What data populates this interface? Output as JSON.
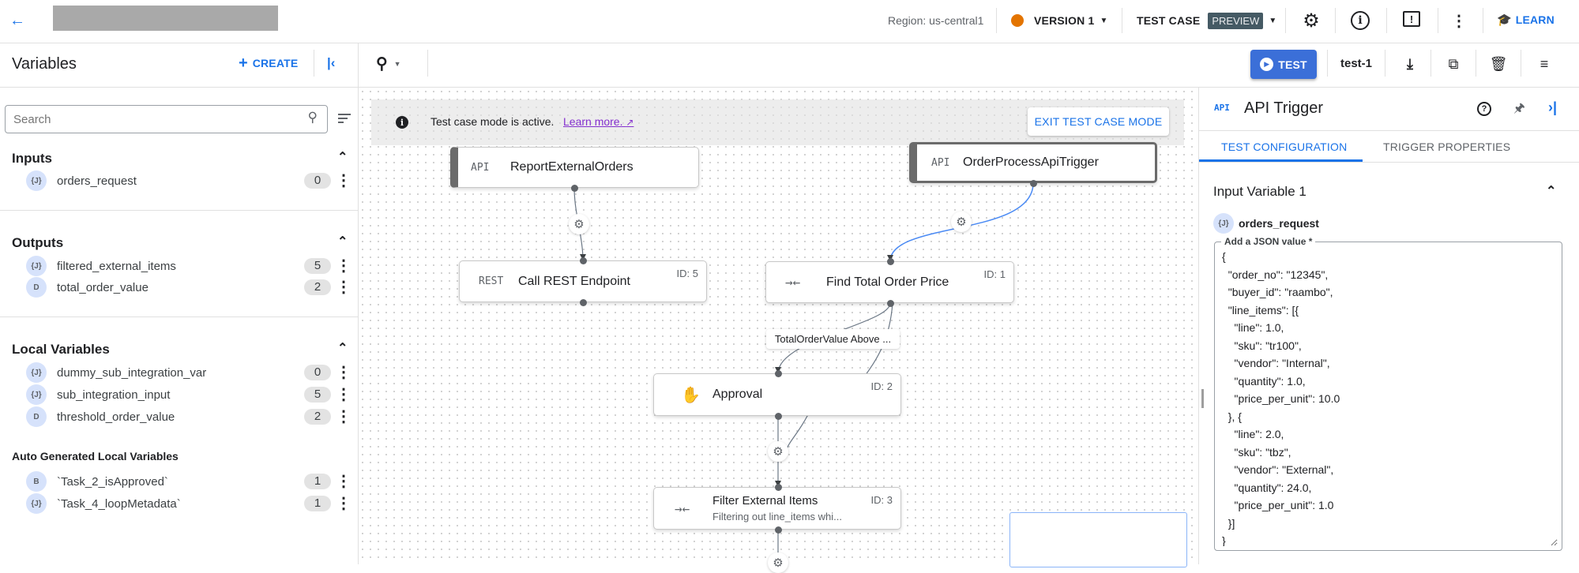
{
  "topbar": {
    "region": "Region: us-central1",
    "version": "VERSION 1",
    "version_status_color": "#e37400",
    "test_case": "TEST CASE",
    "preview_badge": "PREVIEW",
    "learn": "LEARN",
    "icons": [
      "back-arrow-icon",
      "settings-icon",
      "info-icon",
      "feedback-icon",
      "more-vert-icon",
      "learn-icon"
    ]
  },
  "toolbar": {
    "test_button": "TEST",
    "test_case_name": "test-1",
    "icons": [
      "zoom-icon",
      "download-icon",
      "copy-icon",
      "delete-icon",
      "menu-icon"
    ]
  },
  "variables_panel": {
    "title": "Variables",
    "create": "CREATE",
    "search_placeholder": "Search",
    "sections": [
      {
        "title": "Inputs",
        "items": [
          {
            "type": "{J}",
            "name": "orders_request",
            "count": "0"
          }
        ]
      },
      {
        "title": "Outputs",
        "items": [
          {
            "type": "{J}",
            "name": "filtered_external_items",
            "count": "5"
          },
          {
            "type": "D",
            "name": "total_order_value",
            "count": "2"
          }
        ]
      },
      {
        "title": "Local Variables",
        "items": [
          {
            "type": "{J}",
            "name": "dummy_sub_integration_var",
            "count": "0"
          },
          {
            "type": "{J}",
            "name": "sub_integration_input",
            "count": "5"
          },
          {
            "type": "D",
            "name": "threshold_order_value",
            "count": "2"
          }
        ]
      },
      {
        "title": "Auto Generated Local Variables",
        "items": [
          {
            "type": "B",
            "name": "`Task_2_isApproved`",
            "count": "1"
          },
          {
            "type": "{J}",
            "name": "`Task_4_loopMetadata`",
            "count": "1"
          }
        ]
      }
    ]
  },
  "canvas": {
    "banner_text": "Test case mode is active.",
    "banner_link": "Learn more.",
    "exit_button": "EXIT TEST CASE MODE",
    "nodes": [
      {
        "icon": "API",
        "title": "ReportExternalOrders"
      },
      {
        "icon": "API",
        "title": "OrderProcessApiTrigger"
      },
      {
        "icon": "REST",
        "title": "Call REST Endpoint",
        "id": "ID: 5"
      },
      {
        "icon": "data-mapping",
        "title": "Find Total Order Price",
        "id": "ID: 1"
      },
      {
        "icon": "hand",
        "title": "Approval",
        "id": "ID: 2"
      },
      {
        "icon": "data-mapping",
        "title": "Filter External Items",
        "subtitle": "Filtering out line_items whi...",
        "id": "ID: 3"
      }
    ],
    "edge_label": "TotalOrderValue Above ...",
    "accent_color": "#1a73e8"
  },
  "right_panel": {
    "icon": "API",
    "title": "API Trigger",
    "tabs": [
      {
        "label": "TEST CONFIGURATION",
        "active": true
      },
      {
        "label": "TRIGGER PROPERTIES",
        "active": false
      }
    ],
    "section_title": "Input Variable 1",
    "variable_type": "{J}",
    "variable_name": "orders_request",
    "field_label": "Add a JSON value *",
    "json_value": "{\n  \"order_no\": \"12345\",\n  \"buyer_id\": \"raambo\",\n  \"line_items\": [{\n    \"line\": 1.0,\n    \"sku\": \"tr100\",\n    \"vendor\": \"Internal\",\n    \"quantity\": 1.0,\n    \"price_per_unit\": 10.0\n  }, {\n    \"line\": 2.0,\n    \"sku\": \"tbz\",\n    \"vendor\": \"External\",\n    \"quantity\": 24.0,\n    \"price_per_unit\": 1.0\n  }]\n}"
  }
}
